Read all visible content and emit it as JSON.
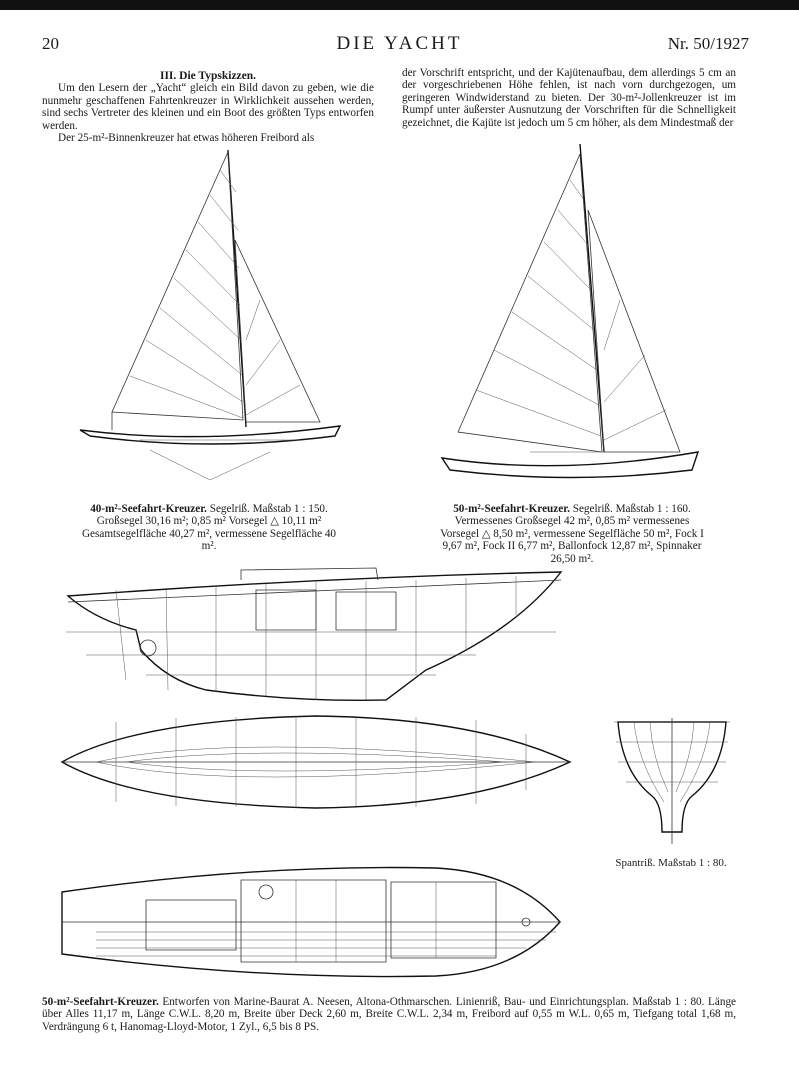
{
  "header": {
    "page_number": "20",
    "title": "DIE YACHT",
    "issue": "Nr. 50/1927"
  },
  "article": {
    "heading": "III. Die Typskizzen.",
    "left_paragraphs": [
      "Um den Lesern der „Yacht“ gleich ein Bild davon zu geben, wie die nunmehr geschaffenen Fahrtenkreuzer in Wirklichkeit aussehen werden, sind sechs Vertreter des kleinen und ein Boot des größten Typs entworfen werden.",
      "Der 25-m²-Binnenkreuzer hat etwas höheren Freibord als"
    ],
    "right_paragraph": "der Vorschrift entspricht, und der Kajütenaufbau, dem allerdings 5 cm an der vorgeschriebenen Höhe fehlen, ist nach vorn durchgezogen, um geringeren Windwiderstand zu bieten. Der 30-m²-Jollenkreuzer ist im Rumpf unter äußerster Ausnutzung der Vorschriften für die Schnelligkeit gezeichnet, die Kajüte ist jedoch um 5 cm höher, als dem Mindestmaß der"
  },
  "captions": {
    "sail40_title": "40-m²-Seefahrt-Kreuzer.",
    "sail40_text": "Segelriß. Maßstab 1 : 150. Großsegel 30,16 m²; 0,85 m² Vorsegel △ 10,11 m² Gesamtsegelfläche 40,27 m², vermessene Segelfläche 40 m².",
    "sail50_title": "50-m²-Seefahrt-Kreuzer.",
    "sail50_text": "Segelriß. Maßstab 1 : 160. Vermessenes Großsegel 42 m², 0,85 m² vermessenes Vorsegel △ 8,50 m², vermessene Segelfläche 50 m², Fock I 9,67 m², Fock II 6,77 m², Ballonfock 12,87 m², Spinnaker 26,50 m².",
    "section": "Spantriß. Maßstab 1 : 80.",
    "bottom_title": "50-m²-Seefahrt-Kreuzer.",
    "bottom_text": "Entworfen von Marine-Baurat A. Neesen, Altona-Othmarschen. Linienriß, Bau- und Einrichtungsplan. Maßstab 1 : 80. Länge über Alles 11,17 m, Länge C.W.L. 8,20 m, Breite über Deck 2,60 m, Breite C.W.L. 2,34 m, Freibord auf 0,55 m W.L. 0,65 m, Tiefgang total 1,68 m, Verdrängung 6 t, Hanomag-Lloyd-Motor, 1 Zyl., 6,5 bis 8 PS."
  }
}
